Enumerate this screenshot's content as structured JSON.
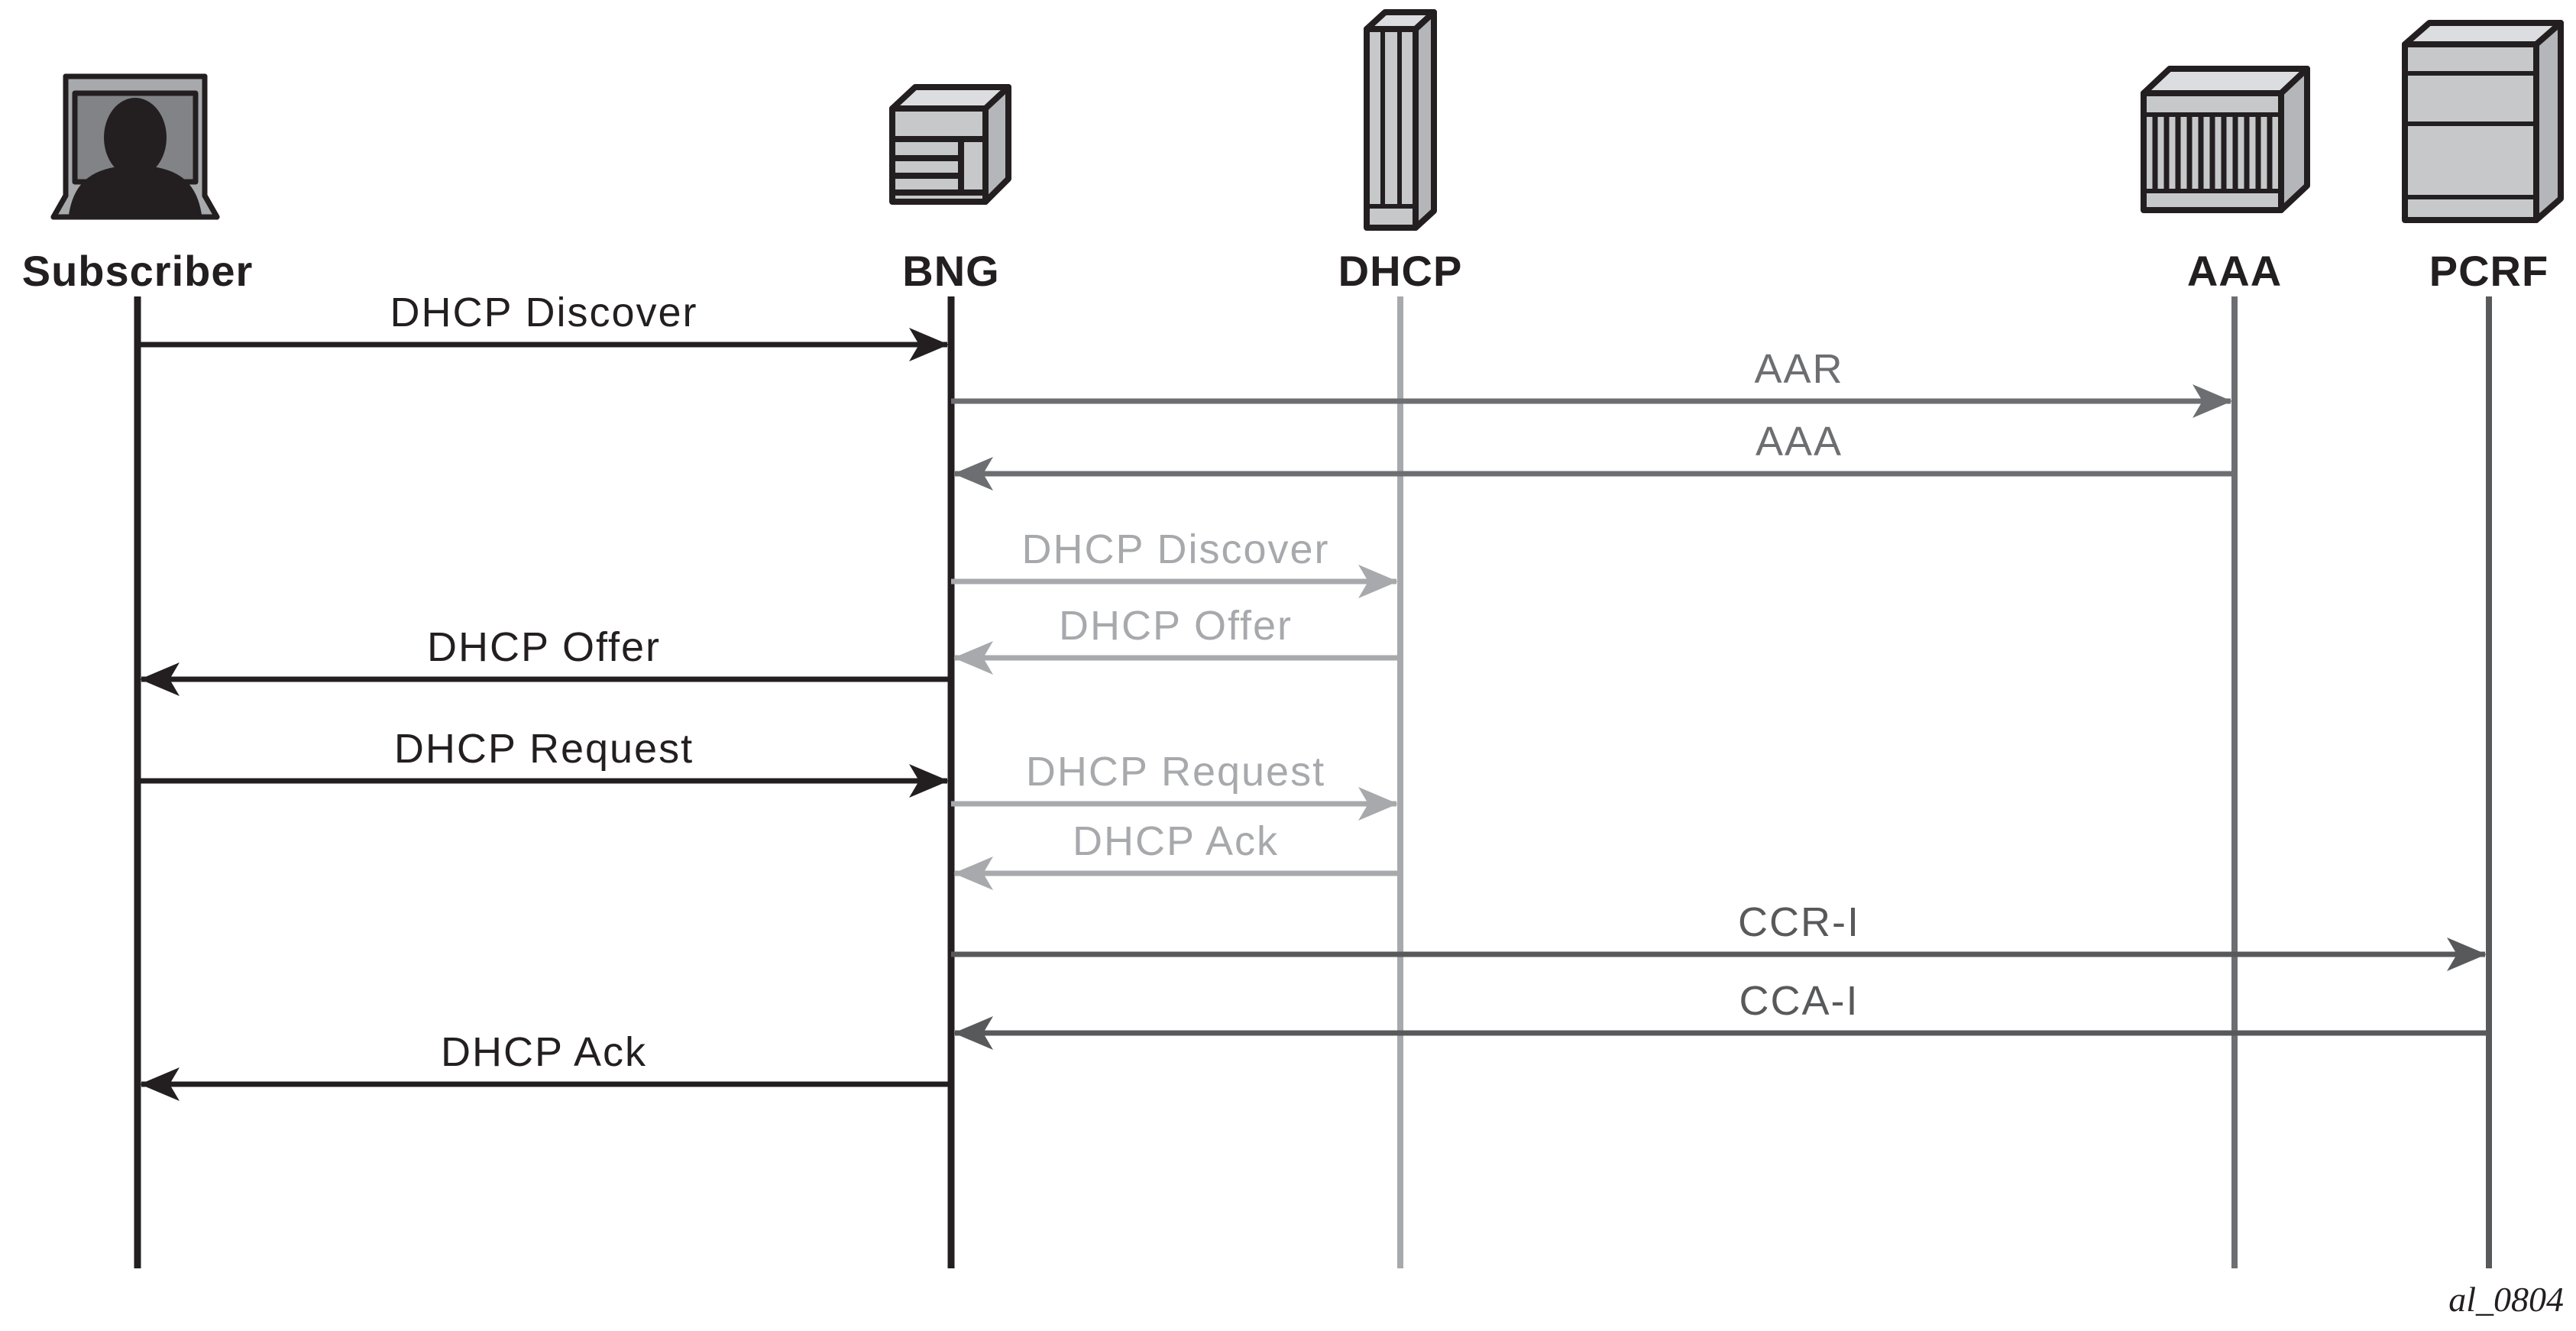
{
  "diagram_title": "",
  "actors": [
    {
      "id": "subscriber",
      "label": "Subscriber",
      "icon": "subscriber-person-icon"
    },
    {
      "id": "bng",
      "label": "BNG",
      "icon": "router-icon"
    },
    {
      "id": "dhcp",
      "label": "DHCP",
      "icon": "tower-server-icon"
    },
    {
      "id": "aaa",
      "label": "AAA",
      "icon": "chassis-icon"
    },
    {
      "id": "pcrf",
      "label": "PCRF",
      "icon": "server-icon"
    }
  ],
  "messages": [
    {
      "label": "DHCP Discover",
      "from": "subscriber",
      "to": "bng",
      "style": "black"
    },
    {
      "label": "AAR",
      "from": "bng",
      "to": "aaa",
      "style": "gray"
    },
    {
      "label": "AAA",
      "from": "aaa",
      "to": "bng",
      "style": "gray"
    },
    {
      "label": "DHCP Discover",
      "from": "bng",
      "to": "dhcp",
      "style": "lightgray"
    },
    {
      "label": "DHCP Offer",
      "from": "dhcp",
      "to": "bng",
      "style": "lightgray"
    },
    {
      "label": "DHCP Offer",
      "from": "bng",
      "to": "subscriber",
      "style": "black"
    },
    {
      "label": "DHCP Request",
      "from": "subscriber",
      "to": "bng",
      "style": "black"
    },
    {
      "label": "DHCP Request",
      "from": "bng",
      "to": "dhcp",
      "style": "lightgray"
    },
    {
      "label": "DHCP Ack",
      "from": "dhcp",
      "to": "bng",
      "style": "lightgray"
    },
    {
      "label": "CCR-I",
      "from": "bng",
      "to": "pcrf",
      "style": "darkgray"
    },
    {
      "label": "CCA-I",
      "from": "pcrf",
      "to": "bng",
      "style": "darkgray"
    },
    {
      "label": "DHCP Ack",
      "from": "bng",
      "to": "subscriber",
      "style": "black"
    }
  ],
  "colors": {
    "black": "#231f20",
    "gray": "#6d6e71",
    "lightgray": "#a7a9ac",
    "darkgray": "#58595b"
  },
  "watermark": "al_0804"
}
